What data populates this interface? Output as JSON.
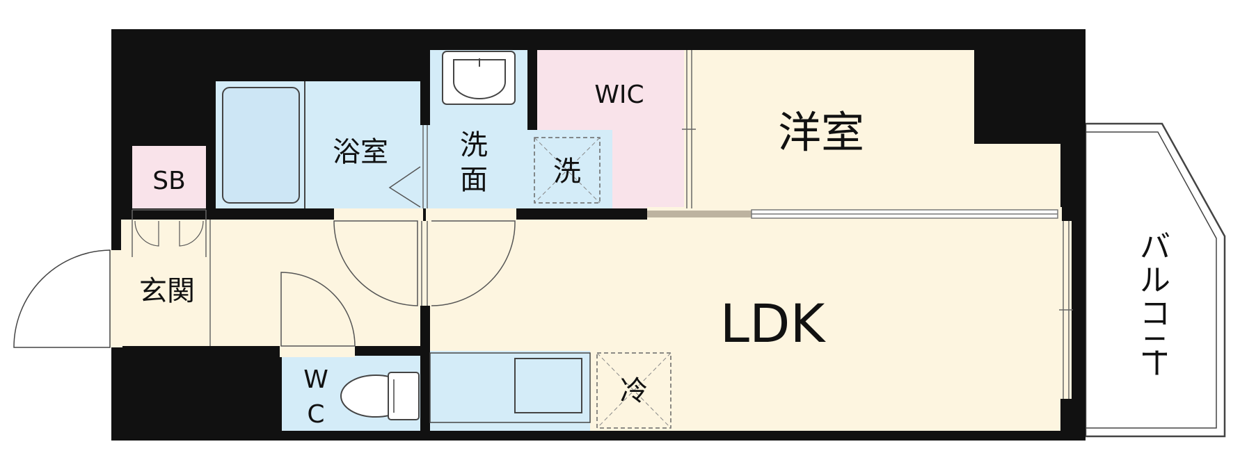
{
  "colors": {
    "wall": "#111111",
    "wet": "#d4ecf8",
    "beige": "#fdf5e0",
    "pink": "#f9e3ea",
    "balcony": "#ffffff"
  },
  "rooms": {
    "western": "洋室",
    "ldk": "LDK",
    "wic": "WIC",
    "bath": "浴室",
    "washroom_1": "洗",
    "washroom_2": "面",
    "washer": "洗",
    "sb": "SB",
    "entrance": "玄関",
    "wc_1": "W",
    "wc_2": "C",
    "fridge": "冷",
    "balcony_1": "バ",
    "balcony_2": "ル",
    "balcony_3": "コ",
    "balcony_4": "ニ",
    "balcony_5": "ー"
  }
}
